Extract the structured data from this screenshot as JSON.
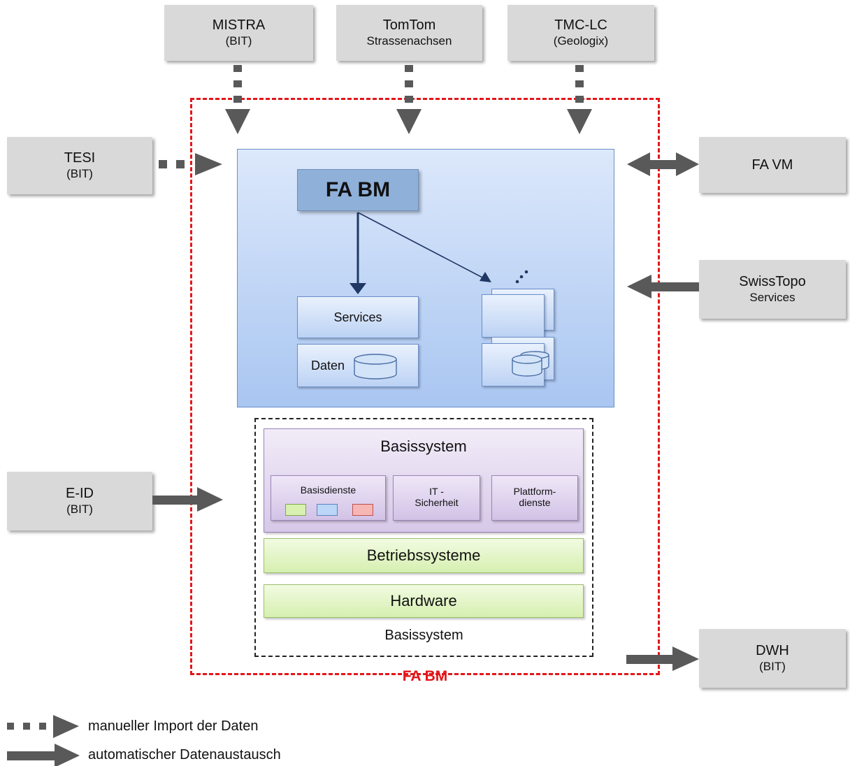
{
  "external_systems": {
    "mistra": {
      "title": "MISTRA",
      "subtitle": "(BIT)"
    },
    "tomtom": {
      "title": "TomTom",
      "subtitle": "Strassenachsen"
    },
    "tmc": {
      "title": "TMC-LC",
      "subtitle": "(Geologix)"
    },
    "tesi": {
      "title": "TESI",
      "subtitle": "(BIT)"
    },
    "favm": {
      "title": "FA VM"
    },
    "swisstopo": {
      "title": "SwissTopo",
      "subtitle": "Services"
    },
    "eid": {
      "title": "E-ID",
      "subtitle": "(BIT)"
    },
    "dwh": {
      "title": "DWH",
      "subtitle": "(BIT)"
    }
  },
  "fa_bm": {
    "box_label": "FA BM",
    "services_label": "Services",
    "daten_label": "Daten",
    "frame_label": "FA BM"
  },
  "basissystem": {
    "title": "Basissystem",
    "basisdienste": "Basisdienste",
    "it_sicherheit_line1": "IT -",
    "it_sicherheit_line2": "Sicherheit",
    "plattform_line1": "Plattform-",
    "plattform_line2": "dienste",
    "betriebssysteme": "Betriebssysteme",
    "hardware": "Hardware",
    "caption": "Basissystem"
  },
  "legend": {
    "manual": "manueller Import der Daten",
    "automatic": "automatischer Datenaustausch"
  },
  "colors": {
    "frame": "#e3161a",
    "arrow": "#595959",
    "inner_arrow": "#1f3864"
  }
}
